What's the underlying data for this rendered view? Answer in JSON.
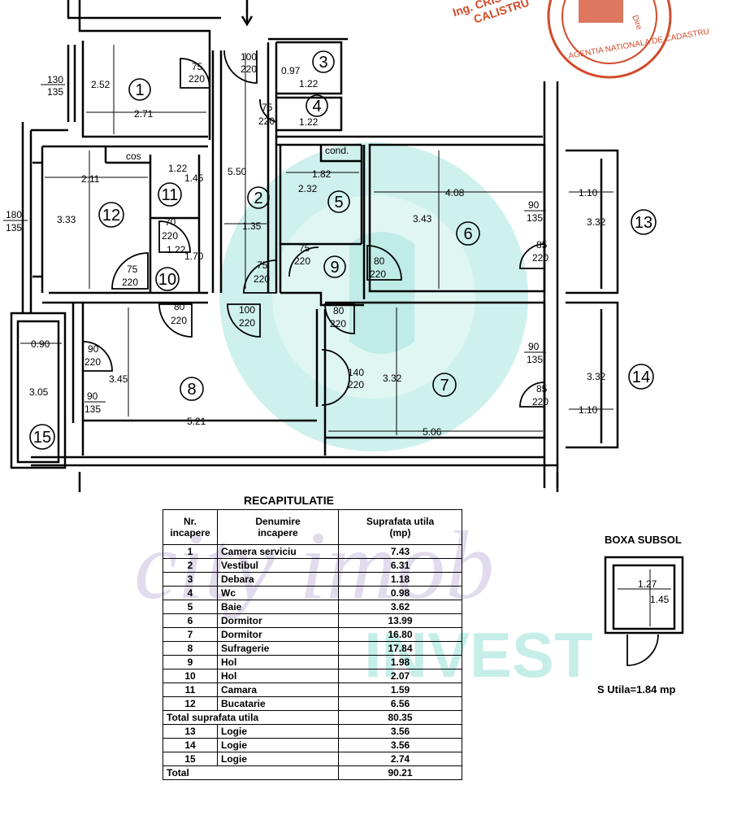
{
  "stamp": {
    "name_line1": "Ing. CRISTINA",
    "name_line2": "CALISTRU",
    "agency_text": "AGENTIA NATIONALA DE CADASTRU",
    "seal_text": "Dire"
  },
  "rooms": [
    {
      "id": "1",
      "label": "1"
    },
    {
      "id": "2",
      "label": "2"
    },
    {
      "id": "3",
      "label": "3"
    },
    {
      "id": "4",
      "label": "4"
    },
    {
      "id": "5",
      "label": "5"
    },
    {
      "id": "6",
      "label": "6"
    },
    {
      "id": "7",
      "label": "7"
    },
    {
      "id": "8",
      "label": "8"
    },
    {
      "id": "9",
      "label": "9"
    },
    {
      "id": "10",
      "label": "10"
    },
    {
      "id": "11",
      "label": "11"
    },
    {
      "id": "12",
      "label": "12"
    },
    {
      "id": "13",
      "label": "13"
    },
    {
      "id": "14",
      "label": "14"
    },
    {
      "id": "15",
      "label": "15"
    }
  ],
  "dimensions": {
    "r1_h": "2.52",
    "r1_w": "2.71",
    "r2_h": "5.50",
    "r2_w": "1.35",
    "r3_w1": "0.97",
    "r3_w2": "1.22",
    "r4_w": "1.22",
    "r5_h": "2.32",
    "r5_w": "1.82",
    "cond": "cond.",
    "r6_h": "3.43",
    "r6_w": "4.08",
    "r7_h": "3.32",
    "r7_w": "5.06",
    "r8_h": "3.45",
    "r8_w": "5.21",
    "r11_w": "1.22",
    "r11_h": "1.45",
    "r10_w": "1.22",
    "r10_h": "1.70",
    "r12_w": "2.11",
    "r12_h": "3.33",
    "cos": "cos",
    "r13_w": "1.10",
    "r13_h": "3.32",
    "r14_h": "3.32",
    "r14_w": "1.10",
    "r15_w": "0.90",
    "r15_h": "3.05",
    "win_left_top_a": "130",
    "win_left_top_b": "135",
    "win_left_mid_a": "180",
    "win_left_mid_b": "135",
    "win_r8_a": "90",
    "win_r8_b": "135",
    "win_r6_a": "90",
    "win_r6_b": "135",
    "win_r7_a": "90",
    "win_r7_b": "135"
  },
  "doors": [
    {
      "a": "75",
      "b": "220"
    },
    {
      "a": "100",
      "b": "220"
    },
    {
      "a": "75",
      "b": "220"
    },
    {
      "a": "70",
      "b": "220"
    },
    {
      "a": "75",
      "b": "220"
    },
    {
      "a": "75",
      "b": "220"
    },
    {
      "a": "75",
      "b": "220"
    },
    {
      "a": "80",
      "b": "220"
    },
    {
      "a": "85",
      "b": "220"
    },
    {
      "a": "80",
      "b": "220"
    },
    {
      "a": "100",
      "b": "220"
    },
    {
      "a": "80",
      "b": "220"
    },
    {
      "a": "90",
      "b": "220"
    },
    {
      "a": "140",
      "b": "220"
    },
    {
      "a": "85",
      "b": "220"
    }
  ],
  "recap": {
    "title": "RECAPITULATIE",
    "headers": {
      "nr_line1": "Nr.",
      "nr_line2": "incapere",
      "den_line1": "Denumire",
      "den_line2": "incapere",
      "sup_line1": "Suprafata utila",
      "sup_line2": "(mp)"
    },
    "rows": [
      {
        "nr": "1",
        "name": "Camera serviciu",
        "area": "7.43"
      },
      {
        "nr": "2",
        "name": "Vestibul",
        "area": "6.31"
      },
      {
        "nr": "3",
        "name": "Debara",
        "area": "1.18"
      },
      {
        "nr": "4",
        "name": "Wc",
        "area": "0.98"
      },
      {
        "nr": "5",
        "name": "Baie",
        "area": "3.62"
      },
      {
        "nr": "6",
        "name": "Dormitor",
        "area": "13.99"
      },
      {
        "nr": "7",
        "name": "Dormitor",
        "area": "16.80"
      },
      {
        "nr": "8",
        "name": "Sufragerie",
        "area": "17.84"
      },
      {
        "nr": "9",
        "name": "Hol",
        "area": "1.98"
      },
      {
        "nr": "10",
        "name": "Hol",
        "area": "2.07"
      },
      {
        "nr": "11",
        "name": "Camara",
        "area": "1.59"
      },
      {
        "nr": "12",
        "name": "Bucatarie",
        "area": "6.56"
      }
    ],
    "subtotal_label": "Total suprafata utila",
    "subtotal_value": "80.35",
    "rows2": [
      {
        "nr": "13",
        "name": "Logie",
        "area": "3.56"
      },
      {
        "nr": "14",
        "name": "Logie",
        "area": "3.56"
      },
      {
        "nr": "15",
        "name": "Logie",
        "area": "2.74"
      }
    ],
    "total_label": "Total",
    "total_value": "90.21"
  },
  "boxa": {
    "title": "BOXA SUBSOL",
    "w": "1.27",
    "h": "1.45",
    "surface": "S Utila=1.84 mp"
  },
  "watermark": {
    "line1": "city imob",
    "line2": "INVEST"
  },
  "colors": {
    "teal_logo": "#a8e6de",
    "lilac_text": "#cbbfe0",
    "stamp_red": "#d24a2a"
  }
}
